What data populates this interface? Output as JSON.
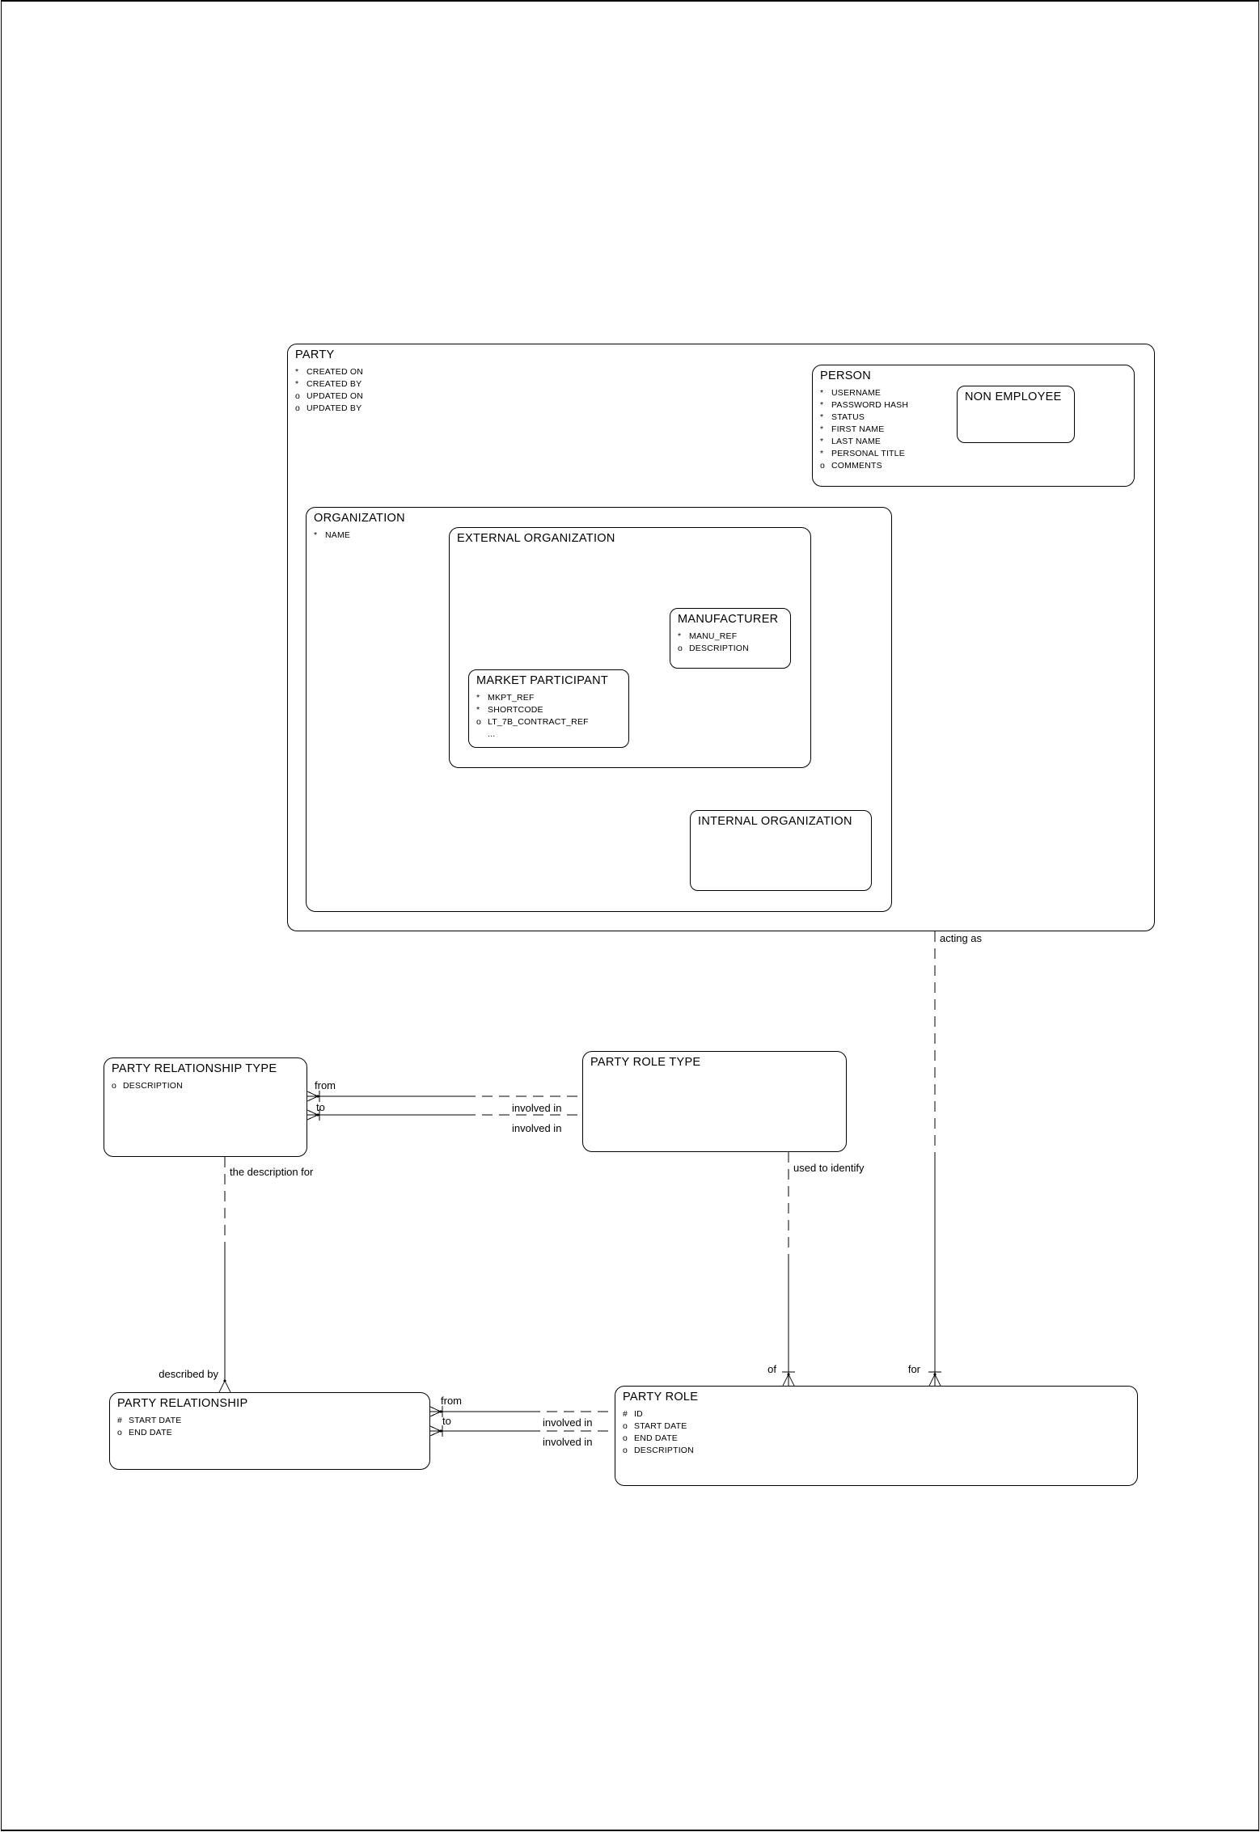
{
  "page": {
    "background": "#ffffff",
    "ink": "#000000",
    "border_color": "#000000"
  },
  "entities": {
    "party": {
      "title": "PARTY",
      "attributes": [
        {
          "m": "*",
          "t": "CREATED ON"
        },
        {
          "m": "*",
          "t": "CREATED BY"
        },
        {
          "m": "o",
          "t": "UPDATED ON"
        },
        {
          "m": "o",
          "t": "UPDATED BY"
        }
      ]
    },
    "person": {
      "title": "PERSON",
      "attributes": [
        {
          "m": "*",
          "t": "USERNAME"
        },
        {
          "m": "*",
          "t": "PASSWORD HASH"
        },
        {
          "m": "*",
          "t": "STATUS"
        },
        {
          "m": "*",
          "t": "FIRST NAME"
        },
        {
          "m": "*",
          "t": "LAST NAME"
        },
        {
          "m": "*",
          "t": "PERSONAL TITLE"
        },
        {
          "m": "o",
          "t": "COMMENTS"
        }
      ]
    },
    "non_employee": {
      "title": "NON EMPLOYEE",
      "attributes": []
    },
    "organization": {
      "title": "ORGANIZATION",
      "attributes": [
        {
          "m": "*",
          "t": "NAME"
        }
      ]
    },
    "external_organization": {
      "title": "EXTERNAL ORGANIZATION",
      "attributes": []
    },
    "manufacturer": {
      "title": "MANUFACTURER",
      "attributes": [
        {
          "m": "*",
          "t": "MANU_REF"
        },
        {
          "m": "o",
          "t": "DESCRIPTION"
        }
      ]
    },
    "market_participant": {
      "title": "MARKET PARTICIPANT",
      "attributes": [
        {
          "m": "*",
          "t": "MKPT_REF"
        },
        {
          "m": "*",
          "t": "SHORTCODE"
        },
        {
          "m": "o",
          "t": "LT_7B_CONTRACT_REF"
        },
        {
          "m": "",
          "t": "..."
        }
      ]
    },
    "internal_organization": {
      "title": "INTERNAL ORGANIZATION",
      "attributes": []
    },
    "party_relationship_type": {
      "title": "PARTY RELATIONSHIP TYPE",
      "attributes": [
        {
          "m": "o",
          "t": "DESCRIPTION"
        }
      ]
    },
    "party_role_type": {
      "title": "PARTY ROLE TYPE",
      "attributes": []
    },
    "party_relationship": {
      "title": "PARTY RELATIONSHIP",
      "attributes": [
        {
          "m": "#",
          "t": "START DATE"
        },
        {
          "m": "o",
          "t": "END DATE"
        }
      ]
    },
    "party_role": {
      "title": "PARTY ROLE",
      "attributes": [
        {
          "m": "#",
          "t": "ID"
        },
        {
          "m": "o",
          "t": "START DATE"
        },
        {
          "m": "o",
          "t": "END DATE"
        },
        {
          "m": "o",
          "t": "DESCRIPTION"
        }
      ]
    }
  },
  "relationships": {
    "acting_as": "acting as",
    "for": "for",
    "used_to_identify": "used to identify",
    "of": "of",
    "the_description_for": "the description for",
    "described_by": "described by",
    "type_from": "from",
    "type_to": "to",
    "type_involved_in_1": "involved in",
    "type_involved_in_2": "involved in",
    "rel_from": "from",
    "rel_to": "to",
    "rel_involved_in_1": "involved in",
    "rel_involved_in_2": "involved in"
  }
}
